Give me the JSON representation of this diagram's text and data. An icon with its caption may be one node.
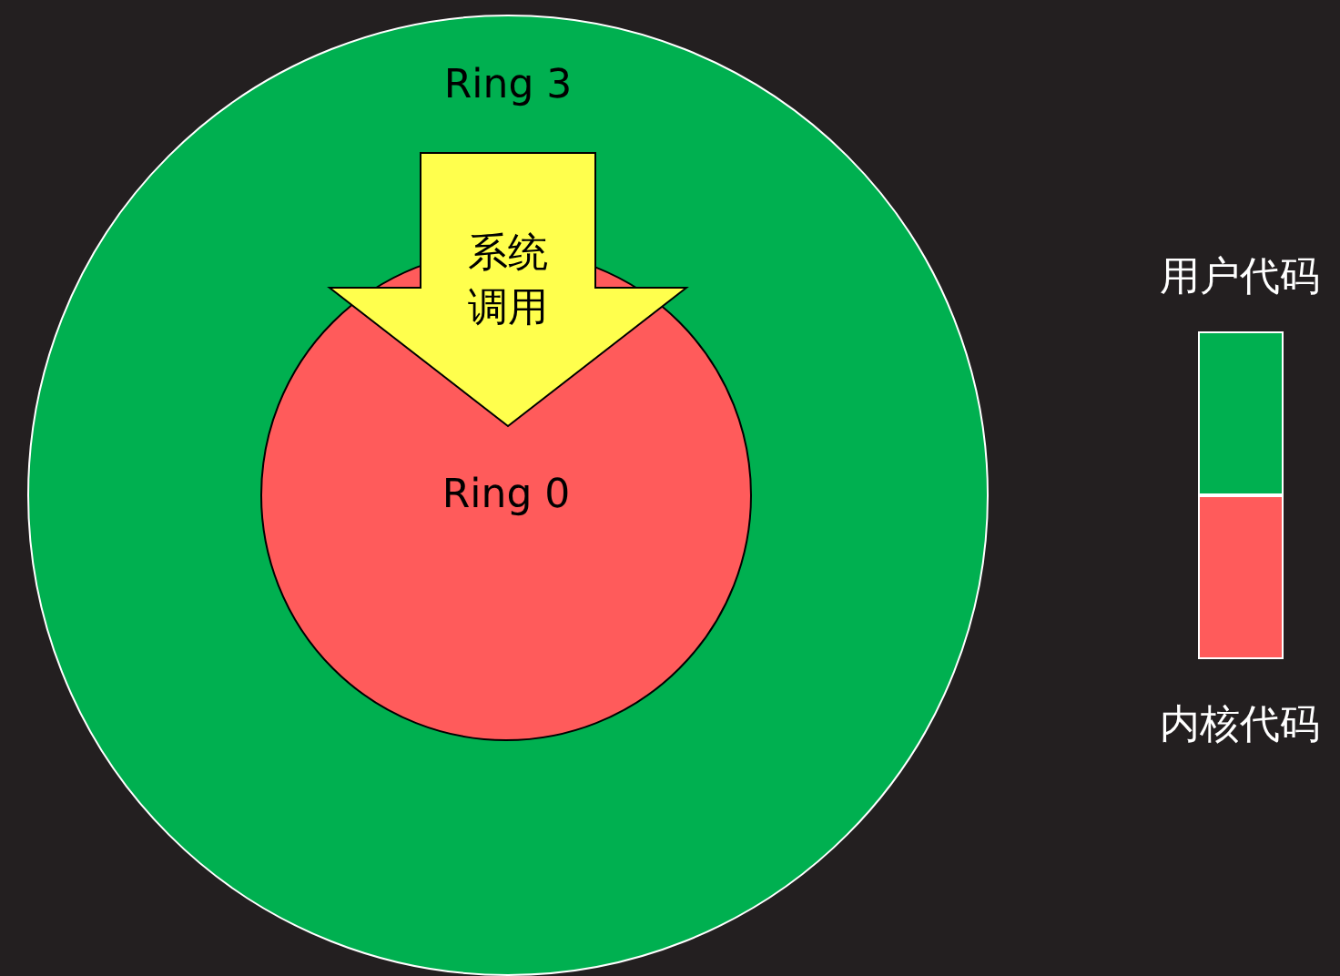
{
  "diagram": {
    "nodes": [
      {
        "text": [
          "Ring 3"
        ]
      },
      {
        "text": [
          "Ring 0"
        ],
        "in": 0
      }
    ],
    "edges": [
      {
        "from": 0,
        "to": 1,
        "arrow": "to",
        "label": "系统调用"
      }
    ],
    "legend": [
      {
        "text": "用户代码",
        "color": "#00b050"
      },
      {
        "text": "内核代码",
        "color": "#ff5b5b"
      }
    ]
  }
}
